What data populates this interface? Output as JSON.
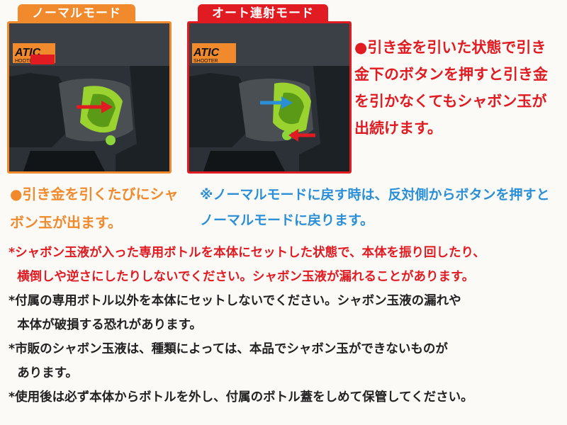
{
  "panels": {
    "normal": {
      "tab_label": "ノーマルモード",
      "gun_logo_top": "ATIC",
      "gun_logo_bottom": "HOOTER"
    },
    "auto": {
      "tab_label": "オート連射モード",
      "gun_logo_top": "ATIC",
      "gun_logo_bottom": "SHOOTER"
    }
  },
  "auto_desc": {
    "bullet": "●",
    "text": "引き金を引いた状態で引き金下のボタンを押すと引き金を引かなくてもシャボン玉が出続けます。"
  },
  "normal_desc": {
    "bullet": "●",
    "text": "引き金を引くたびにシャボン玉が出ます。"
  },
  "return_note": {
    "text": "※ノーマルモードに戻す時は、反対側からボタンを押すとノーマルモードに戻ります。"
  },
  "notes": [
    "*シャボン玉液が入った専用ボトルを本体にセットした状態で、本体を振り回したり、\n  横倒しや逆さにしたりしないでください。シャボン玉液が漏れることがあります。",
    "*付属の専用ボトル以外を本体にセットしないでください。シャボン玉液の漏れや\n  本体が破損する恐れがあります。",
    "*市販のシャボン玉液は、種類によっては、本品でシャボン玉ができないものが\n  あります。",
    "*使用後は必ず本体からボトルを外し、付属のボトル蓋をしめて保管してください。"
  ],
  "colors": {
    "red": "#e01b22",
    "orange": "#f08a2c",
    "blue": "#2a8fd6",
    "black": "#222222"
  }
}
